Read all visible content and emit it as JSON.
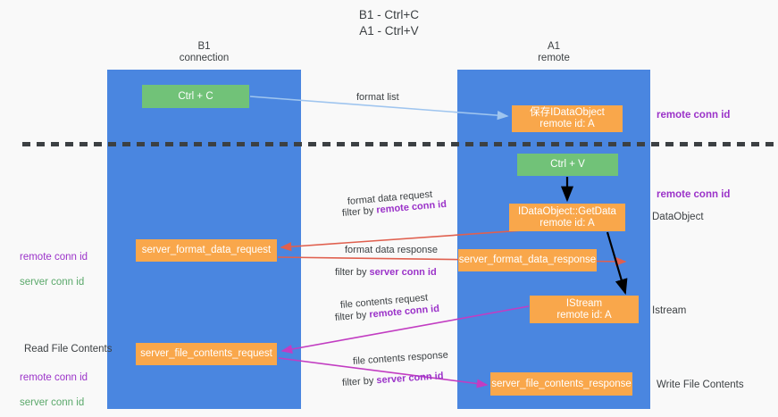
{
  "title": "B1 - Ctrl+C\nA1 - Ctrl+V",
  "columns": {
    "left": {
      "header": "B1\nconnection",
      "color": "#4a86e0"
    },
    "right": {
      "header": "A1\nremote",
      "color": "#4a86e0"
    }
  },
  "colors": {
    "lane": "#4a86e0",
    "green_node": "#71c278",
    "orange_node": "#f9a74b",
    "purple_text": "#9b33c9",
    "green_text": "#5aa86a",
    "arrow_blue": "#9fc5ef",
    "arrow_red": "#e0604f",
    "arrow_magenta": "#c23dc2",
    "arrow_black": "#000000",
    "dash_line": "#3c4043",
    "background": "#f9f9f9"
  },
  "nodes": {
    "ctrl_c": "Ctrl + C",
    "save_idataobject": "保存IDataObject\nremote id: A",
    "ctrl_v": "Ctrl + V",
    "getdata": "IDataObject::GetData\nremote id: A",
    "server_format_data_request": "server_format_data_request",
    "server_format_data_response": "server_format_data_response",
    "istream": "IStream\nremote id: A",
    "server_file_contents_request": "server_file_contents_request",
    "server_file_contents_response": "server_file_contents_response"
  },
  "arrow_labels": {
    "format_list": "format list",
    "format_data_request": "format data request",
    "filter_by": "filter by ",
    "remote_conn_id": "remote conn id",
    "format_data_response": "format data response",
    "server_conn_id": "server conn id",
    "file_contents_request": "file contents request",
    "file_contents_response": "file contents response"
  },
  "side_labels": {
    "remote_conn_id_top": "remote conn id",
    "remote_conn_id_mid": "remote conn id",
    "dataobject": "DataObject",
    "istream": "Istream",
    "write_file_contents": "Write File Contents",
    "read_file_contents": "Read File Contents",
    "left_remote_conn_id": "remote conn id",
    "left_server_conn_id": "server conn id",
    "left_remote_conn_id_2": "remote conn id",
    "left_server_conn_id_2": "server conn id"
  }
}
